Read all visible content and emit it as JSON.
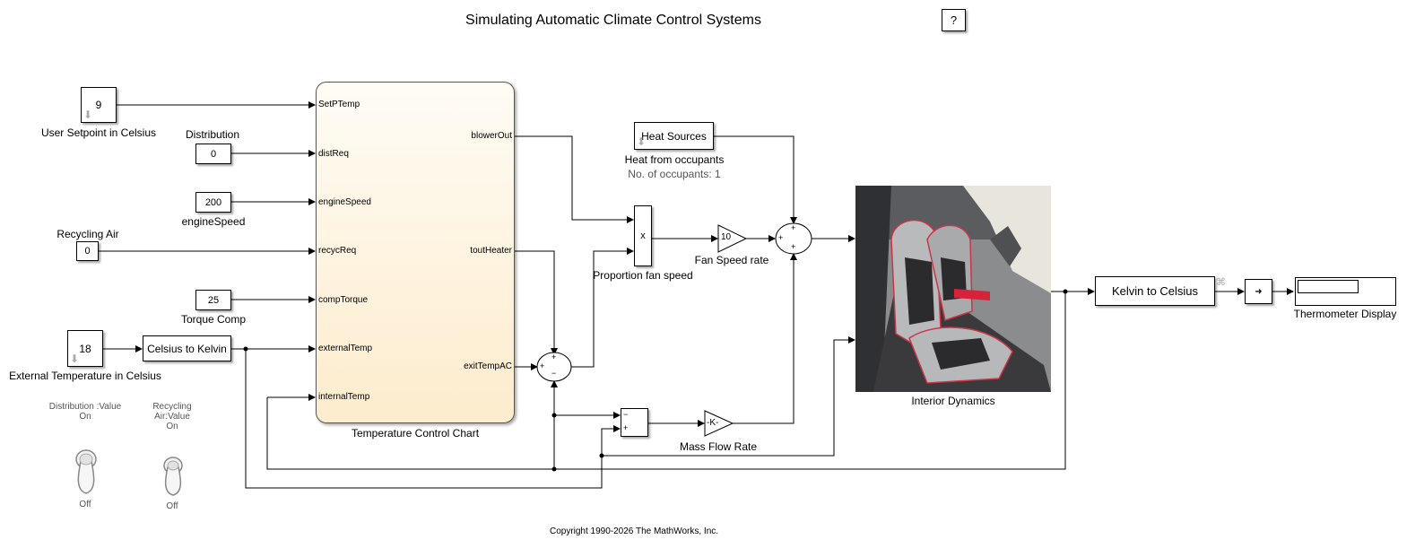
{
  "title": "Simulating Automatic Climate Control Systems",
  "help_label": "?",
  "blocks": {
    "setpoint_value": "9",
    "setpoint_label": "User Setpoint in Celsius",
    "distribution_label": "Distribution",
    "distribution_value": "0",
    "engine_speed_value": "200",
    "engine_speed_label": "engineSpeed",
    "recycling_label": "Recycling Air",
    "recycling_value": "0",
    "torque_value": "25",
    "torque_label": "Torque Comp",
    "ext_temp_value": "18",
    "ext_temp_label": "External Temperature in Celsius",
    "c2k_label": "Celsius to Kelvin",
    "heat_sources_label": "Heat Sources",
    "heat_from_label": "Heat from occupants",
    "occupants_label": "No. of occupants: 1",
    "product_label": "x",
    "proportion_label": "Proportion fan speed",
    "fan_gain_value": "10",
    "fan_speed_label": "Fan Speed rate",
    "mass_gain_value": "-K-",
    "mass_flow_label": "Mass Flow Rate",
    "interior_label": "Interior Dynamics",
    "k2c_label": "Kelvin to Celsius",
    "thermometer_label": "Thermometer Display",
    "chart_label": "Temperature Control Chart"
  },
  "chart_ports": {
    "in": [
      "SetPTemp",
      "distReq",
      "engineSpeed",
      "recycReq",
      "compTorque",
      "externalTemp",
      "internalTemp"
    ],
    "out": [
      "blowerOut",
      "toutHeater",
      "exitTempAC"
    ]
  },
  "sum_signs": {
    "sum1_top": "+",
    "sum1_left": "+",
    "sum1_bottom": "−",
    "sum2_top": "+",
    "sum2_left": "+",
    "sum2_bottom": "+",
    "sub_top": "−",
    "sub_bottom": "+"
  },
  "switches": {
    "dist_caption": "Distribution :Value",
    "dist_state": "On",
    "dist_off": "Off",
    "recyc_caption_1": "Recycling",
    "recyc_caption_2": "Air:Value",
    "recyc_state": "On",
    "recyc_off": "Off"
  },
  "footer": "Copyright 1990-2026 The MathWorks, Inc.",
  "colors": {
    "chart_fill": "#fdeccd",
    "wire": "#000000",
    "text_gray": "#555555"
  }
}
